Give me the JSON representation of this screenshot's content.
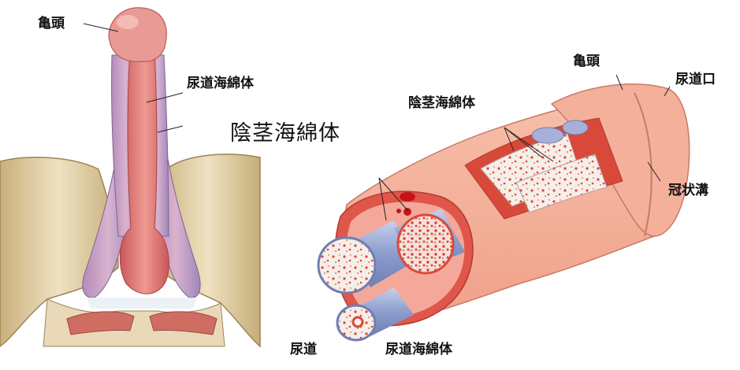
{
  "labels": {
    "glans_left": "亀頭",
    "corpus_spongiosum_left": "尿道海綿体",
    "corpus_cavernosum_center": "陰茎海綿体",
    "glans_right": "亀頭",
    "urethral_orifice": "尿道口",
    "corpus_cavernosum_right": "陰茎海綿体",
    "coronal_sulcus": "冠状溝",
    "urethra": "尿道",
    "corpus_spongiosum_bottom": "尿道海綿体"
  },
  "colors": {
    "skin": "#f2a58c",
    "skin_dark": "#d9735a",
    "tissue_red": "#d8493a",
    "cavernous_blue": "#8f9fcf",
    "bone": "#d9c49a",
    "spongy_white": "#f6eee8"
  }
}
